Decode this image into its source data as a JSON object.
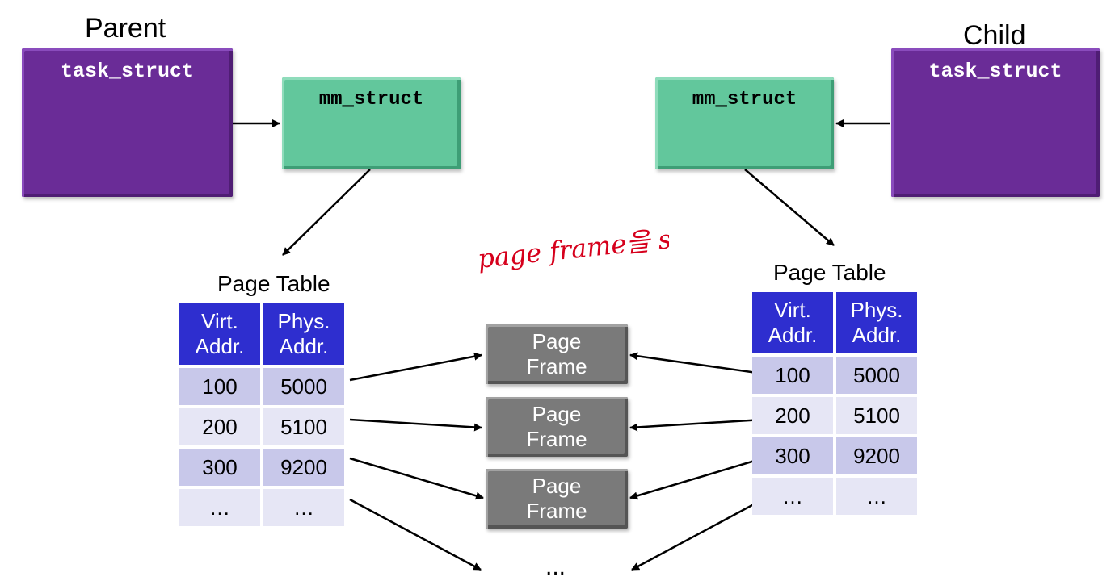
{
  "parent": {
    "label": "Parent",
    "task_struct": "task_struct",
    "mm_struct": "mm_struct"
  },
  "child": {
    "label": "Child",
    "task_struct": "task_struct",
    "mm_struct": "mm_struct"
  },
  "page_table_title": "Page Table",
  "table_headers": [
    "Virt.\nAddr.",
    "Phys.\nAddr."
  ],
  "rows": [
    {
      "virt": "100",
      "phys": "5000"
    },
    {
      "virt": "200",
      "phys": "5100"
    },
    {
      "virt": "300",
      "phys": "9200"
    },
    {
      "virt": "…",
      "phys": "…"
    }
  ],
  "frames": [
    "Page\nFrame",
    "Page\nFrame",
    "Page\nFrame"
  ],
  "trailing_dots": "...",
  "annotation": "page frame을 share",
  "colors": {
    "task_struct": "#6a2c97",
    "mm_struct": "#62c79c",
    "table_header": "#2e2ecf",
    "page_frame": "#7a7a7a",
    "annotation": "#d6001c"
  }
}
